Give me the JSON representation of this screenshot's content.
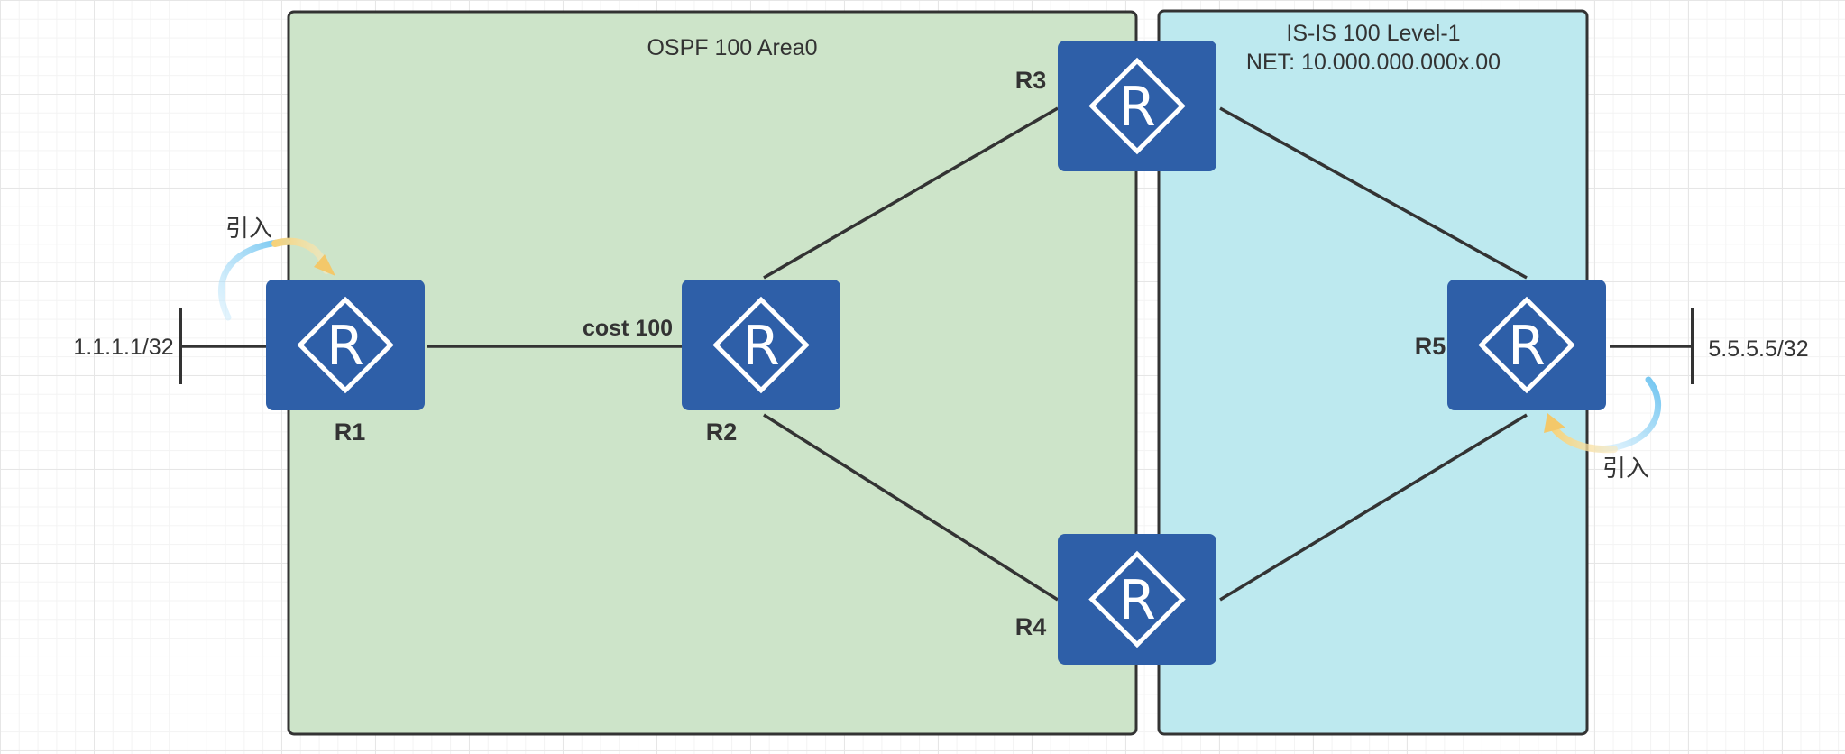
{
  "areas": {
    "ospf": {
      "title": "OSPF 100 Area0",
      "fill": "#cde4c9"
    },
    "isis": {
      "title": "IS-IS 100 Level-1",
      "net": "NET: 10.000.000.000x.00",
      "fill": "#bde9ef"
    }
  },
  "routers": {
    "r1": {
      "label": "R1"
    },
    "r2": {
      "label": "R2"
    },
    "r3": {
      "label": "R3"
    },
    "r4": {
      "label": "R4"
    },
    "r5": {
      "label": "R5"
    }
  },
  "router_icon": {
    "name": "router-icon",
    "glyph": "R",
    "color": "#2e5fa8"
  },
  "links": {
    "r1_r2_cost": "cost 100"
  },
  "networks": {
    "left": "1.1.1.1/32",
    "right": "5.5.5.5/32"
  },
  "redistribution": {
    "left": {
      "label": "引入",
      "icon": "curved-arrow-icon"
    },
    "right": {
      "label": "引入",
      "icon": "curved-arrow-icon"
    }
  }
}
